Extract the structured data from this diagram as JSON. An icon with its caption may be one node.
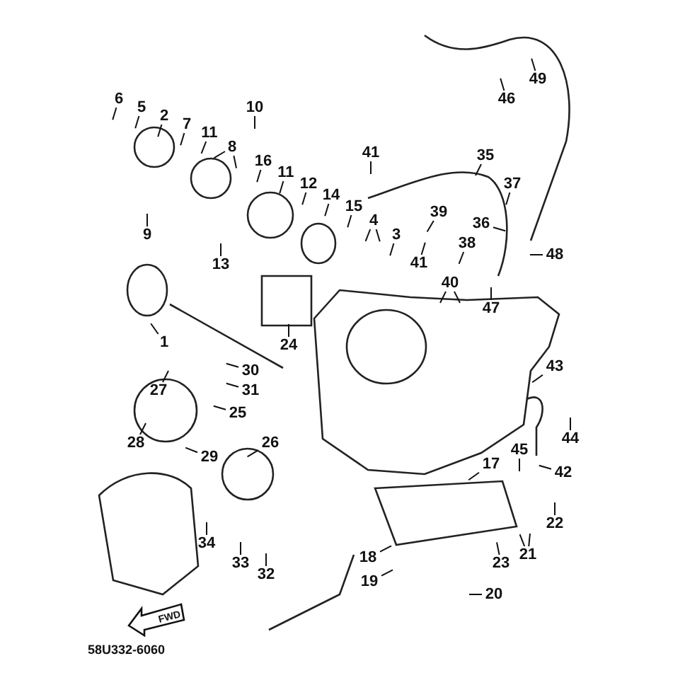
{
  "diagram": {
    "nodes": [
      {
        "text": [
          "6"
        ]
      },
      {
        "text": [
          "5"
        ]
      },
      {
        "text": [
          "2"
        ]
      },
      {
        "text": [
          "7"
        ]
      },
      {
        "text": [
          "11"
        ]
      },
      {
        "text": [
          "10"
        ]
      },
      {
        "text": [
          "8"
        ]
      },
      {
        "text": [
          "16"
        ]
      },
      {
        "text": [
          "11"
        ]
      },
      {
        "text": [
          "12"
        ]
      },
      {
        "text": [
          "14"
        ]
      },
      {
        "text": [
          "15"
        ]
      },
      {
        "text": [
          "4"
        ]
      },
      {
        "text": [
          "3"
        ]
      },
      {
        "text": [
          "9"
        ]
      },
      {
        "text": [
          "13"
        ]
      },
      {
        "text": [
          "41"
        ]
      },
      {
        "text": [
          "39"
        ]
      },
      {
        "text": [
          "41"
        ]
      },
      {
        "text": [
          "35"
        ]
      },
      {
        "text": [
          "37"
        ]
      },
      {
        "text": [
          "36"
        ]
      },
      {
        "text": [
          "38"
        ]
      },
      {
        "text": [
          "40"
        ]
      },
      {
        "text": [
          "48"
        ]
      },
      {
        "text": [
          "47"
        ]
      },
      {
        "text": [
          "46"
        ]
      },
      {
        "text": [
          "49"
        ]
      },
      {
        "text": [
          "1"
        ]
      },
      {
        "text": [
          "24"
        ]
      },
      {
        "text": [
          "30"
        ]
      },
      {
        "text": [
          "31"
        ]
      },
      {
        "text": [
          "27"
        ]
      },
      {
        "text": [
          "25"
        ]
      },
      {
        "text": [
          "28"
        ]
      },
      {
        "text": [
          "29"
        ]
      },
      {
        "text": [
          "26"
        ]
      },
      {
        "text": [
          "43"
        ]
      },
      {
        "text": [
          "44"
        ]
      },
      {
        "text": [
          "45"
        ]
      },
      {
        "text": [
          "17"
        ]
      },
      {
        "text": [
          "42"
        ]
      },
      {
        "text": [
          "22"
        ]
      },
      {
        "text": [
          "21"
        ]
      },
      {
        "text": [
          "23"
        ]
      },
      {
        "text": [
          "18"
        ]
      },
      {
        "text": [
          "19"
        ]
      },
      {
        "text": [
          "20"
        ]
      },
      {
        "text": [
          "34"
        ]
      },
      {
        "text": [
          "33"
        ]
      },
      {
        "text": [
          "32"
        ]
      }
    ],
    "edges": [
      {
        "from": 0,
        "to": null,
        "arrow": "none"
      },
      {
        "from": 1,
        "to": null,
        "arrow": "none"
      },
      {
        "from": 2,
        "to": null,
        "arrow": "none"
      },
      {
        "from": 3,
        "to": null,
        "arrow": "none"
      },
      {
        "from": 4,
        "to": null,
        "arrow": "none"
      },
      {
        "from": 5,
        "to": null,
        "arrow": "none"
      },
      {
        "from": 6,
        "to": null,
        "arrow": "none"
      },
      {
        "from": 6,
        "to": null,
        "arrow": "none"
      },
      {
        "from": 7,
        "to": null,
        "arrow": "none"
      },
      {
        "from": 8,
        "to": null,
        "arrow": "none"
      },
      {
        "from": 9,
        "to": null,
        "arrow": "none"
      },
      {
        "from": 10,
        "to": null,
        "arrow": "none"
      },
      {
        "from": 11,
        "to": null,
        "arrow": "none"
      },
      {
        "from": 12,
        "to": null,
        "arrow": "none"
      },
      {
        "from": 12,
        "to": null,
        "arrow": "none"
      },
      {
        "from": 13,
        "to": null,
        "arrow": "none"
      },
      {
        "from": 14,
        "to": null,
        "arrow": "none"
      },
      {
        "from": 15,
        "to": null,
        "arrow": "none"
      },
      {
        "from": 16,
        "to": null,
        "arrow": "none"
      },
      {
        "from": 17,
        "to": null,
        "arrow": "none"
      },
      {
        "from": 18,
        "to": null,
        "arrow": "none"
      },
      {
        "from": 19,
        "to": null,
        "arrow": "none"
      },
      {
        "from": 20,
        "to": null,
        "arrow": "none"
      },
      {
        "from": 21,
        "to": null,
        "arrow": "none"
      },
      {
        "from": 22,
        "to": null,
        "arrow": "none"
      },
      {
        "from": 23,
        "to": null,
        "arrow": "none"
      },
      {
        "from": 23,
        "to": null,
        "arrow": "none"
      },
      {
        "from": 24,
        "to": null,
        "arrow": "none"
      },
      {
        "from": 25,
        "to": null,
        "arrow": "none"
      },
      {
        "from": 26,
        "to": null,
        "arrow": "none"
      },
      {
        "from": 27,
        "to": null,
        "arrow": "none"
      },
      {
        "from": 28,
        "to": null,
        "arrow": "none"
      },
      {
        "from": 29,
        "to": null,
        "arrow": "none"
      },
      {
        "from": 30,
        "to": null,
        "arrow": "none"
      },
      {
        "from": 31,
        "to": null,
        "arrow": "none"
      },
      {
        "from": 32,
        "to": null,
        "arrow": "none"
      },
      {
        "from": 33,
        "to": null,
        "arrow": "none"
      },
      {
        "from": 34,
        "to": null,
        "arrow": "none"
      },
      {
        "from": 35,
        "to": null,
        "arrow": "none"
      },
      {
        "from": 36,
        "to": null,
        "arrow": "none"
      },
      {
        "from": 37,
        "to": null,
        "arrow": "none"
      },
      {
        "from": 38,
        "to": null,
        "arrow": "none"
      },
      {
        "from": 39,
        "to": null,
        "arrow": "none"
      },
      {
        "from": 40,
        "to": null,
        "arrow": "none"
      },
      {
        "from": 41,
        "to": null,
        "arrow": "none"
      },
      {
        "from": 42,
        "to": null,
        "arrow": "none"
      },
      {
        "from": 43,
        "to": null,
        "arrow": "none"
      },
      {
        "from": 43,
        "to": null,
        "arrow": "none"
      },
      {
        "from": 44,
        "to": null,
        "arrow": "none"
      },
      {
        "from": 45,
        "to": null,
        "arrow": "none"
      },
      {
        "from": 46,
        "to": null,
        "arrow": "none"
      },
      {
        "from": 47,
        "to": null,
        "arrow": "none"
      },
      {
        "from": 48,
        "to": null,
        "arrow": "none"
      },
      {
        "from": 49,
        "to": null,
        "arrow": "none"
      },
      {
        "from": 50,
        "to": null,
        "arrow": "none"
      }
    ],
    "labels": [
      "FWD",
      "58U332-6060"
    ]
  }
}
